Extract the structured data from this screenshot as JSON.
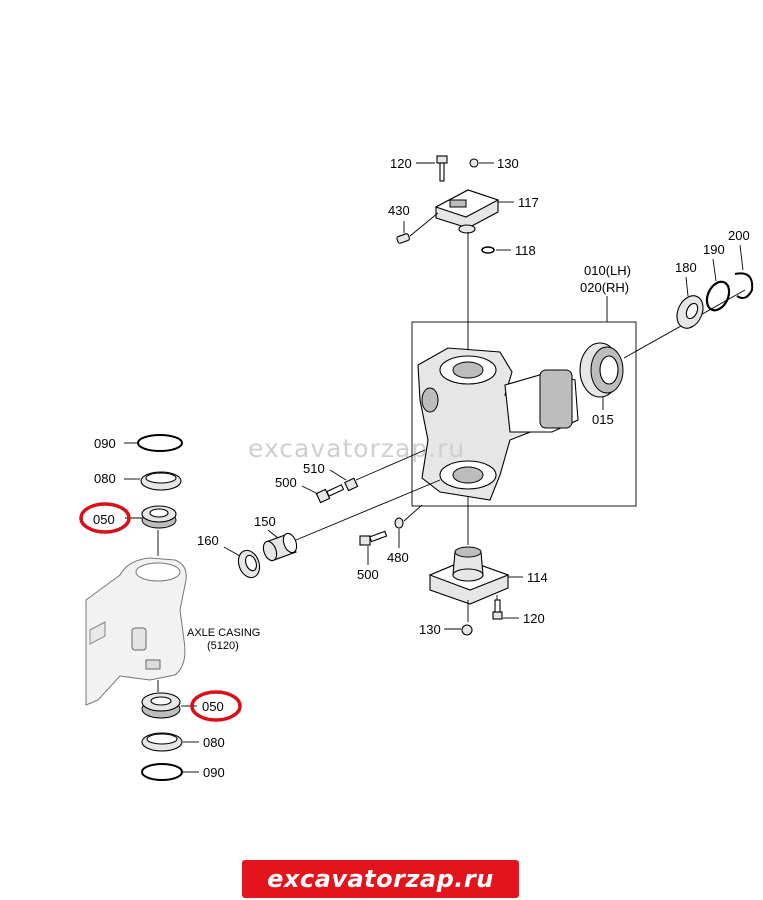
{
  "diagram": {
    "watermark": "excavatorzap.ru",
    "part_labels": {
      "p120_top": "120",
      "p130_top": "130",
      "p117": "117",
      "p430": "430",
      "p118": "118",
      "p010": "010(LH)",
      "p020": "020(RH)",
      "p180": "180",
      "p190": "190",
      "p200": "200",
      "p015": "015",
      "p510": "510",
      "p500_upper": "500",
      "p150": "150",
      "p160": "160",
      "p480": "480",
      "p500_lower": "500",
      "p114": "114",
      "p120_bottom": "120",
      "p130_bottom": "130",
      "p090_upper": "090",
      "p080_upper": "080",
      "p050_upper": "050",
      "p050_lower": "050",
      "p080_lower": "080",
      "p090_lower": "090"
    },
    "casing_label": "AXLE CASING",
    "casing_code": "(5120)",
    "highlight_color": "#d9101a"
  },
  "banner": {
    "text": "excavatorzap.ru",
    "color": "#e3141b"
  }
}
